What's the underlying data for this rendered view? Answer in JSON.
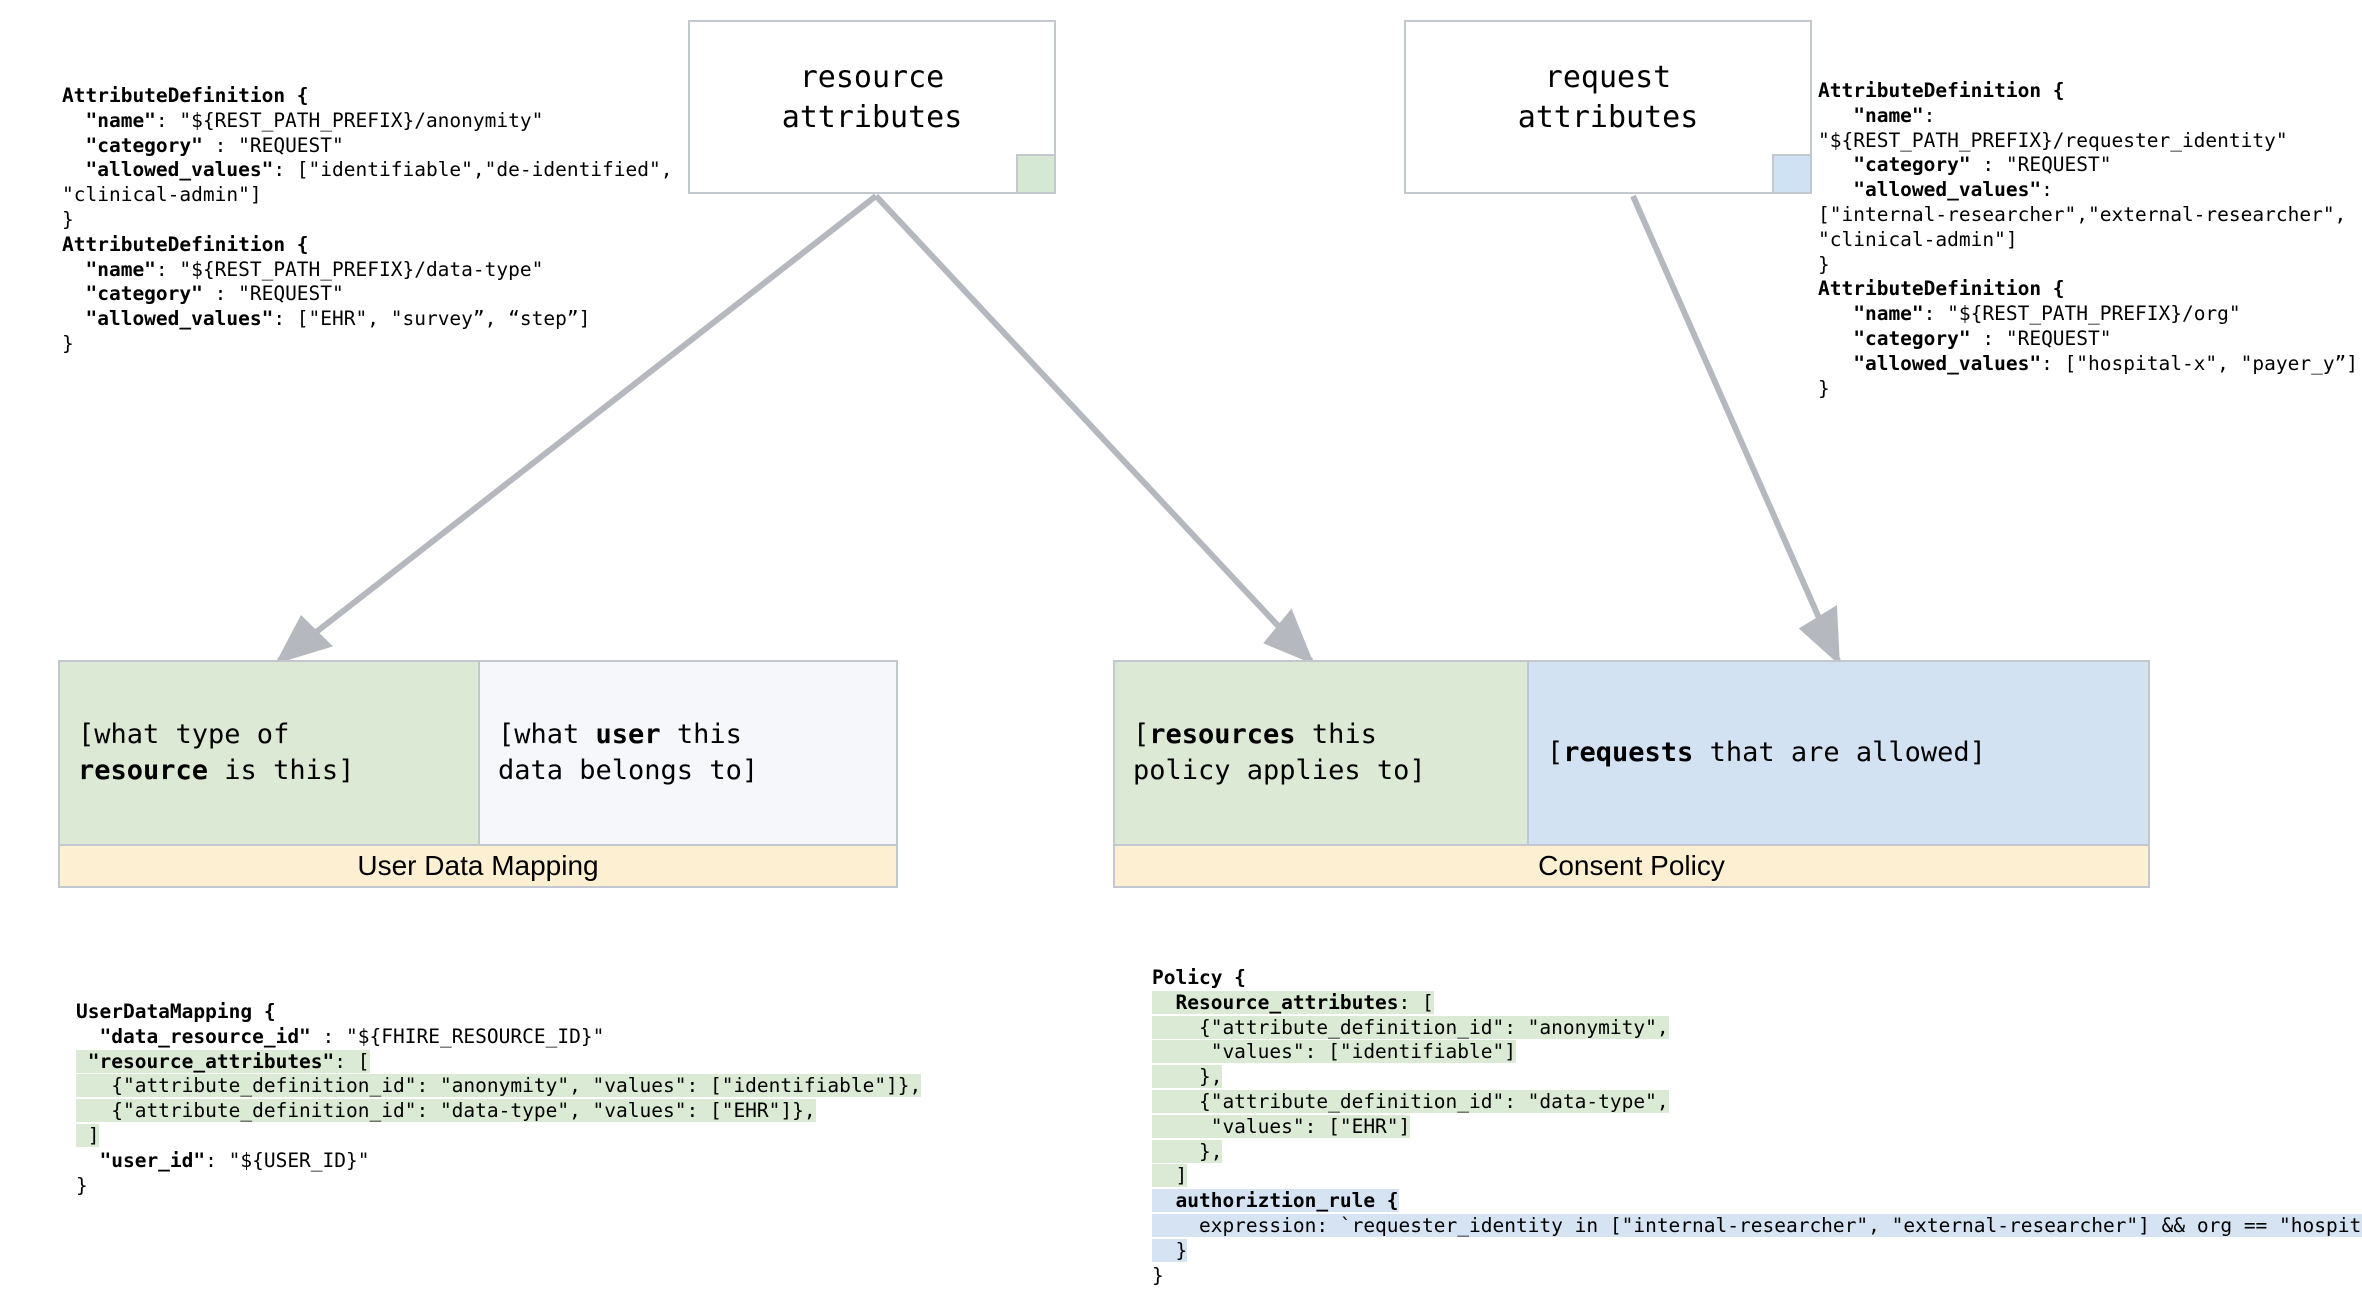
{
  "nodes": {
    "resource_attributes": {
      "label": "resource\nattributes",
      "swatch_color": "#d5e8d4"
    },
    "request_attributes": {
      "label": "request\nattributes",
      "swatch_color": "#cfe2f3"
    }
  },
  "code_blocks": {
    "resource_attribute_definitions": [
      {
        "text": "AttributeDefinition {",
        "bold": true
      },
      {
        "text": "  \"name\"",
        "bold": true,
        "tail": ": \"${REST_PATH_PREFIX}/anonymity\""
      },
      {
        "text": "  \"category\"",
        "bold": true,
        "tail": " : \"REQUEST\""
      },
      {
        "text": "  \"allowed_values\"",
        "bold": true,
        "tail": ": [\"identifiable\",\"de-identified\","
      },
      {
        "text": "\"clinical-admin\"]",
        "bold": false
      },
      {
        "text": "}",
        "bold": false
      },
      {
        "text": "AttributeDefinition {",
        "bold": true
      },
      {
        "text": "  \"name\"",
        "bold": true,
        "tail": ": \"${REST_PATH_PREFIX}/data-type\""
      },
      {
        "text": "  \"category\"",
        "bold": true,
        "tail": " : \"REQUEST\""
      },
      {
        "text": "  \"allowed_values\"",
        "bold": true,
        "tail": ": [\"EHR\", \"survey”, “step”]"
      },
      {
        "text": "}",
        "bold": false
      }
    ],
    "request_attribute_definitions": [
      {
        "text": "AttributeDefinition {",
        "bold": true
      },
      {
        "text": "   \"name\"",
        "bold": true,
        "tail": ":"
      },
      {
        "text": "\"${REST_PATH_PREFIX}/requester_identity\"",
        "bold": false
      },
      {
        "text": "   \"category\"",
        "bold": true,
        "tail": " : \"REQUEST\""
      },
      {
        "text": "   \"allowed_values\"",
        "bold": true,
        "tail": ":"
      },
      {
        "text": "[\"internal-researcher\",\"external-researcher\",",
        "bold": false
      },
      {
        "text": "\"clinical-admin\"]",
        "bold": false
      },
      {
        "text": "}",
        "bold": false
      },
      {
        "text": "AttributeDefinition {",
        "bold": true
      },
      {
        "text": "   \"name\"",
        "bold": true,
        "tail": ": \"${REST_PATH_PREFIX}/org\""
      },
      {
        "text": "   \"category\"",
        "bold": true,
        "tail": " : \"REQUEST\""
      },
      {
        "text": "   \"allowed_values\"",
        "bold": true,
        "tail": ": [\"hospital-x\", \"payer_y”]"
      },
      {
        "text": "}",
        "bold": false
      }
    ],
    "user_data_mapping": [
      {
        "text": "UserDataMapping {",
        "bold": true,
        "highlight": "none"
      },
      {
        "text": "  \"data_resource_id\"",
        "bold": true,
        "tail": " : \"${FHIRE_RESOURCE_ID}\"",
        "highlight": "none"
      },
      {
        "text": " \"resource_attributes\"",
        "bold": true,
        "tail": ": [",
        "highlight": "green"
      },
      {
        "text": "   {\"attribute_definition_id\": \"anonymity\", \"values\": [\"identifiable\"]},",
        "bold": false,
        "highlight": "green"
      },
      {
        "text": "   {\"attribute_definition_id\": \"data-type\", \"values\": [\"EHR\"]},",
        "bold": false,
        "highlight": "green"
      },
      {
        "text": " ]",
        "bold": false,
        "highlight": "green"
      },
      {
        "text": "  \"user_id\"",
        "bold": true,
        "tail": ": \"${USER_ID}\"",
        "highlight": "none"
      },
      {
        "text": "}",
        "bold": false,
        "highlight": "none"
      }
    ],
    "policy": [
      {
        "text": "Policy {",
        "bold": true,
        "highlight": "none"
      },
      {
        "text": "  Resource_attributes",
        "bold": true,
        "tail": ": [",
        "highlight": "green"
      },
      {
        "text": "    {\"attribute_definition_id\": \"anonymity\",",
        "bold": false,
        "highlight": "green"
      },
      {
        "text": "     \"values\": [\"identifiable\"]",
        "bold": false,
        "highlight": "green"
      },
      {
        "text": "    },",
        "bold": false,
        "highlight": "green"
      },
      {
        "text": "    {\"attribute_definition_id\": \"data-type\",",
        "bold": false,
        "highlight": "green"
      },
      {
        "text": "     \"values\": [\"EHR\"]",
        "bold": false,
        "highlight": "green"
      },
      {
        "text": "    },",
        "bold": false,
        "highlight": "green"
      },
      {
        "text": "  ]",
        "bold": false,
        "highlight": "green"
      },
      {
        "text": "  authoriztion_rule {",
        "bold": true,
        "highlight": "blue"
      },
      {
        "text": "    expression: `requester_identity in [\"internal-researcher\", \"external-researcher\"] && org == \"hospital-x\"`",
        "bold": false,
        "highlight": "blue"
      },
      {
        "text": "  }",
        "bold": false,
        "highlight": "blue"
      },
      {
        "text": "}",
        "bold": false,
        "highlight": "none"
      }
    ]
  },
  "composites": {
    "user_data_mapping": {
      "left_cell": {
        "prefix": "[what type of\n",
        "bold": "resource",
        "suffix": " is this]"
      },
      "right_cell": {
        "prefix": "[what ",
        "bold": "user",
        "suffix": " this\ndata belongs to]"
      },
      "footer": "User Data Mapping"
    },
    "consent_policy": {
      "left_cell": {
        "prefix": "[",
        "bold": "resources",
        "suffix": " this\npolicy applies to]"
      },
      "right_cell": {
        "prefix": "[",
        "bold": "requests",
        "suffix": " that are allowed]"
      },
      "footer": "Consent Policy"
    }
  },
  "colors": {
    "green_fill": "#dbe9d5",
    "blue_fill": "#d3e2f2",
    "yellow_band": "#fdf0d2",
    "border": "#c3c8ce",
    "arrow": "#b5b9bf",
    "white_cell": "#f5f7fa"
  },
  "arrows": [
    {
      "name": "resource-to-udm",
      "from": "resource attributes",
      "to": "User Data Mapping resource cell"
    },
    {
      "name": "resource-to-policy",
      "from": "resource attributes",
      "to": "Consent Policy resource cell"
    },
    {
      "name": "request-to-policy",
      "from": "request attributes",
      "to": "Consent Policy request cell"
    }
  ]
}
